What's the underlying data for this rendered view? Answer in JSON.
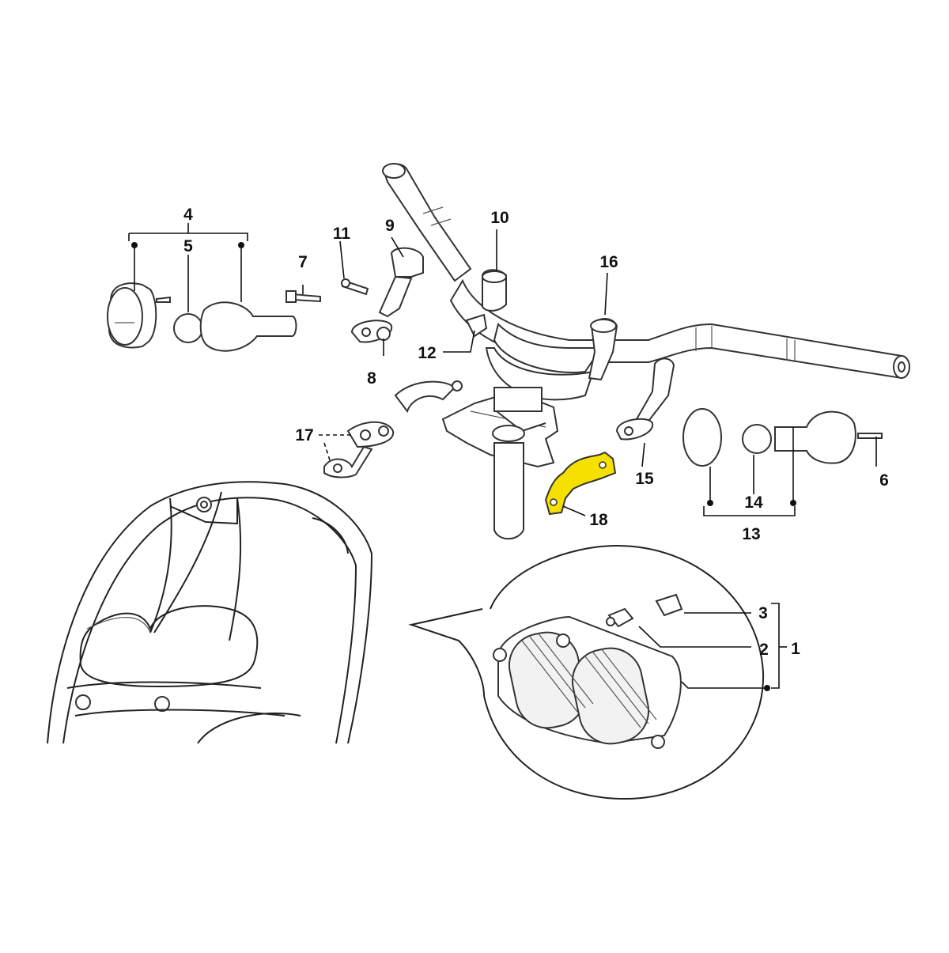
{
  "diagram": {
    "highlight_color": "#f5e000",
    "line_color": "#222222",
    "labels": [
      "1",
      "2",
      "3",
      "4",
      "5",
      "6",
      "7",
      "8",
      "9",
      "10",
      "11",
      "12",
      "13",
      "14",
      "15",
      "16",
      "17",
      "18"
    ]
  }
}
